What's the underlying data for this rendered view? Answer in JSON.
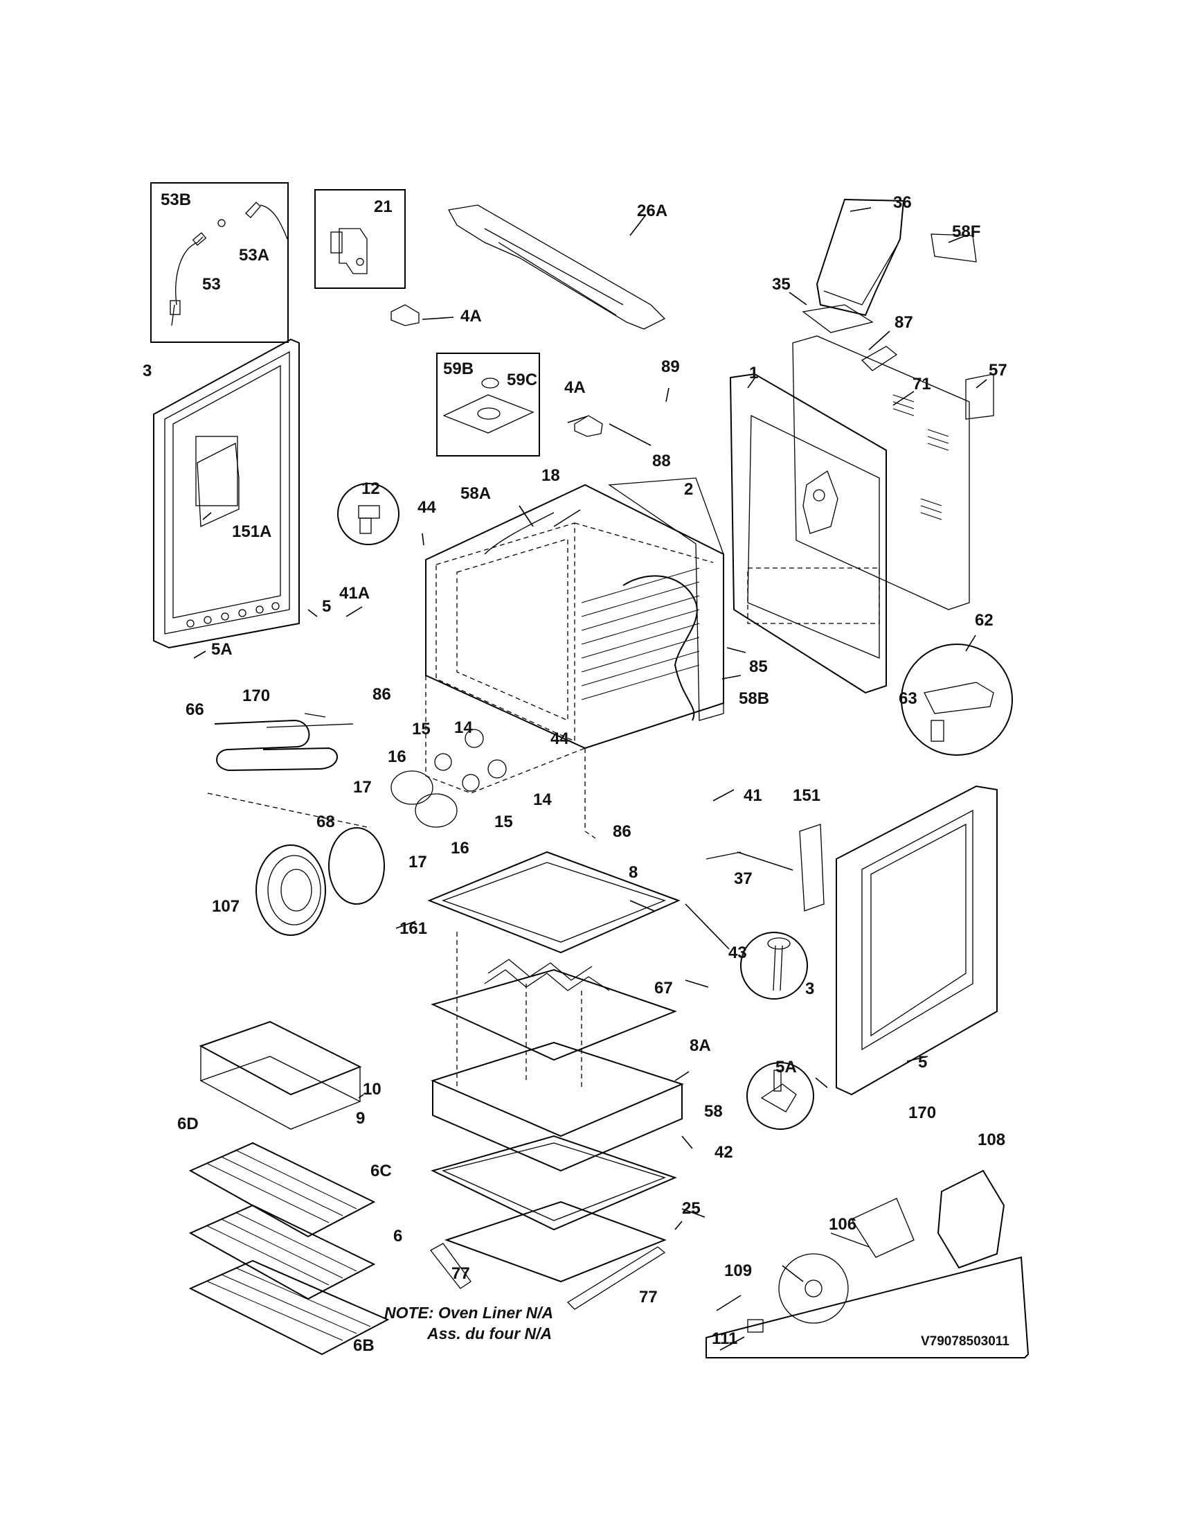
{
  "diagram_code": "V79078503011",
  "note": {
    "line1": "NOTE: Oven Liner N/A",
    "line2": "Ass. du four N/A"
  },
  "labels": {
    "p53B": "53B",
    "p53A": "53A",
    "p53": "53",
    "p21": "21",
    "p26A": "26A",
    "p4A_top": "4A",
    "p4A_mid": "4A",
    "p36": "36",
    "p58F": "58F",
    "p35": "35",
    "p87": "87",
    "p57": "57",
    "p1": "1",
    "p71": "71",
    "p59B": "59B",
    "p59C": "59C",
    "p89": "89",
    "p88": "88",
    "p3_left": "3",
    "p151A": "151A",
    "p12": "12",
    "p44_top": "44",
    "p58A": "58A",
    "p18": "18",
    "p2": "2",
    "p5_left": "5",
    "p41A": "41A",
    "p5A_left": "5A",
    "p170_left": "170",
    "p86_left": "86",
    "p85": "85",
    "p58B": "58B",
    "p62": "62",
    "p63": "63",
    "p44_bot": "44",
    "p66": "66",
    "p15_top": "15",
    "p14_top": "14",
    "p16_top": "16",
    "p17_top": "17",
    "p14_bot": "14",
    "p15_bot": "15",
    "p68": "68",
    "p86_right": "86",
    "p41": "41",
    "p151": "151",
    "p17_bot": "17",
    "p16_bot": "16",
    "p37": "37",
    "p8": "8",
    "p107": "107",
    "p161": "161",
    "p43": "43",
    "p67": "67",
    "p3_right": "3",
    "p8A": "8A",
    "p5A_right": "5A",
    "p5_right": "5",
    "p10": "10",
    "p9": "9",
    "p58": "58",
    "p170_right": "170",
    "p6D": "6D",
    "p108": "108",
    "p6C": "6C",
    "p42": "42",
    "p106": "106",
    "p25": "25",
    "p6": "6",
    "p109": "109",
    "p77_left": "77",
    "p77_right": "77",
    "p111": "111",
    "p6B": "6B"
  }
}
